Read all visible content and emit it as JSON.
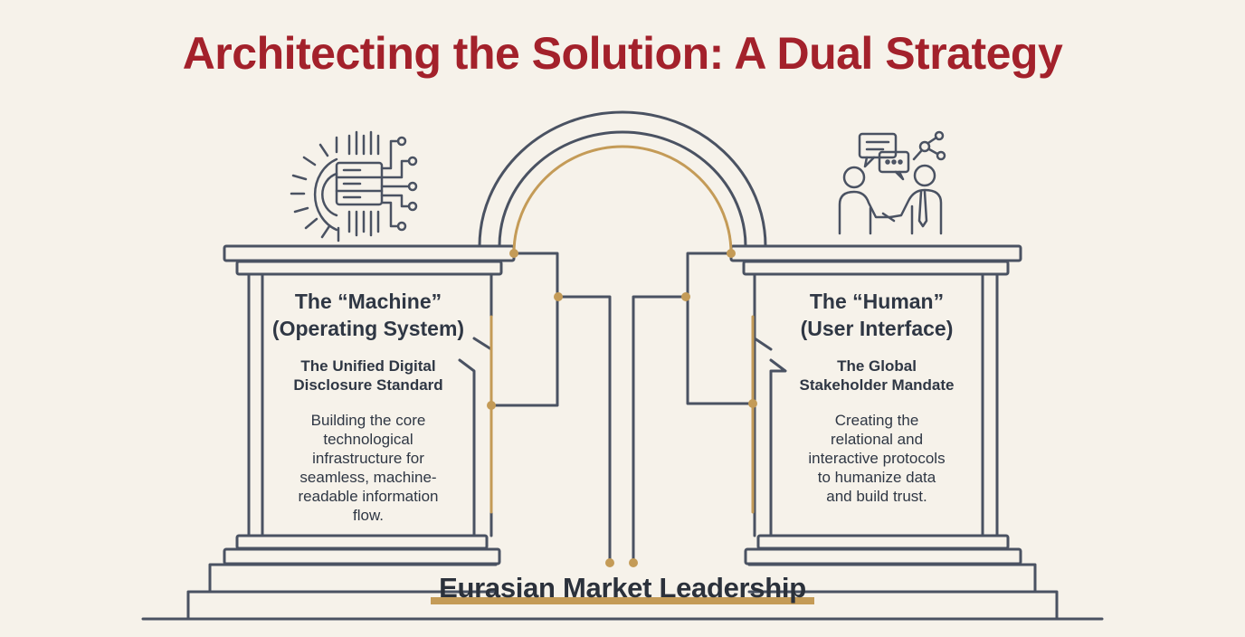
{
  "title": "Architecting the Solution: A Dual Strategy",
  "left_column": {
    "heading_line1": "The “Machine”",
    "heading_line2": "(Operating System)",
    "subheading_line1": "The Unified Digital",
    "subheading_line2": "Disclosure Standard",
    "description": [
      "Building the core",
      "technological",
      "infrastructure for",
      "seamless, machine-",
      "readable information",
      "flow."
    ]
  },
  "right_column": {
    "heading_line1": "The “Human”",
    "heading_line2": "(User Interface)",
    "subheading_line1": "The Global",
    "subheading_line2": "Stakeholder Mandate",
    "description": [
      "Creating the",
      "relational and",
      "interactive protocols",
      "to humanize data",
      "and build trust."
    ]
  },
  "foundation": "Eurasian Market Leadership",
  "colors": {
    "title": "#a3212b",
    "line": "#4a5262",
    "accent": "#c49b57",
    "background": "#f6f2ea"
  },
  "icons": {
    "left": "gear-server-circuit-icon",
    "right": "handshake-chat-network-icon"
  }
}
